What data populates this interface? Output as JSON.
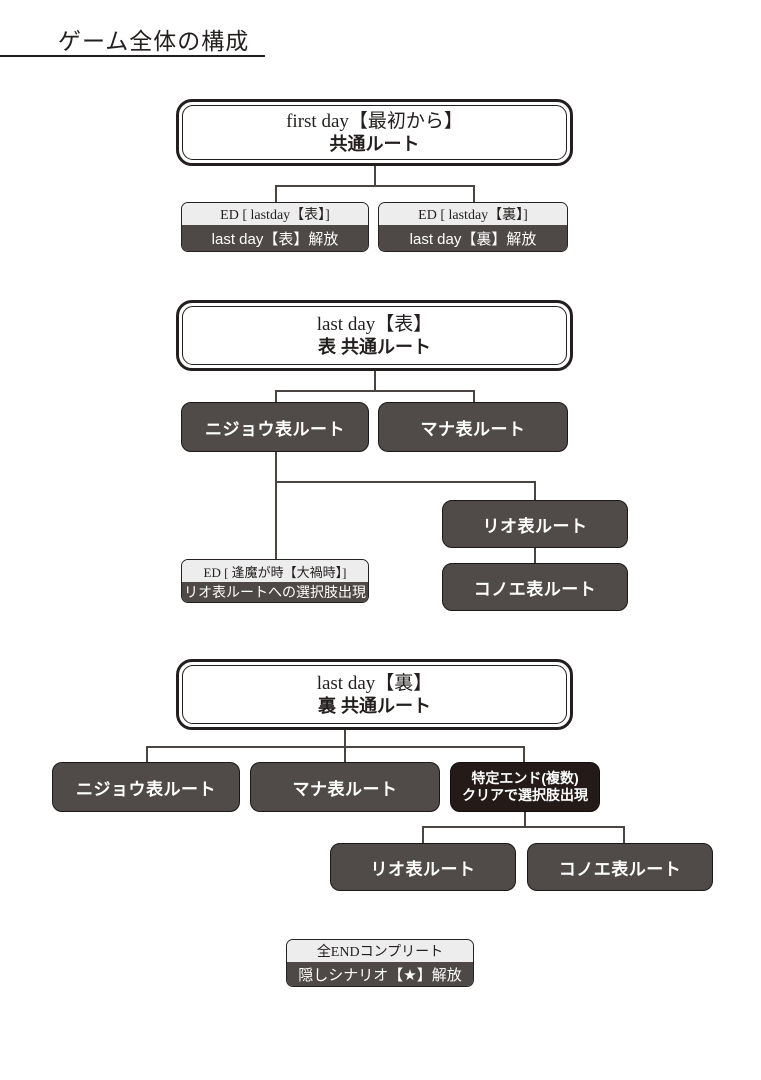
{
  "page": {
    "title": "ゲーム全体の構成"
  },
  "colors": {
    "ink": "#231f1e",
    "route_fill": "#504a48",
    "route_dark_fill": "#241a18",
    "ed_top_fill": "#ededed",
    "ed_bottom_fill": "#4e4846",
    "connector": "#4a4443",
    "page_background": "#ffffff"
  },
  "sections": {
    "first_day": {
      "header": {
        "line1": "first day【最初から】",
        "line2": "共通ルート"
      },
      "endings": [
        {
          "top": "ED [ lastday【表】]",
          "bottom": "last day【表】解放"
        },
        {
          "top": "ED [ lastday【裏】]",
          "bottom": "last day【裏】解放"
        }
      ]
    },
    "last_day_omote": {
      "header": {
        "line1": "last day【表】",
        "line2": "表 共通ルート"
      },
      "routes": [
        {
          "label": "ニジョウ表ルート"
        },
        {
          "label": "マナ表ルート"
        }
      ],
      "ending": {
        "top": "ED [ 逢魔が時【大禍時】]",
        "bottom": "リオ表ルートへの選択肢出現"
      },
      "unlocked_routes": [
        {
          "label": "リオ表ルート"
        },
        {
          "label": "コノエ表ルート"
        }
      ]
    },
    "last_day_ura": {
      "header": {
        "line1": "last day【裏】",
        "line2": "裏 共通ルート"
      },
      "routes": [
        {
          "label": "ニジョウ表ルート"
        },
        {
          "label": "マナ表ルート"
        }
      ],
      "condition": {
        "line1": "特定エンド(複数)",
        "line2": "クリアで選択肢出現"
      },
      "unlocked_routes": [
        {
          "label": "リオ表ルート"
        },
        {
          "label": "コノエ表ルート"
        }
      ]
    },
    "complete": {
      "top": "全ENDコンプリート",
      "bottom": "隠しシナリオ【★】解放"
    }
  }
}
